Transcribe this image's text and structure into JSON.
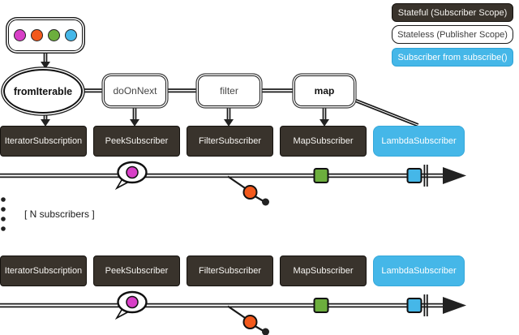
{
  "legend": {
    "items": [
      {
        "label": "Stateful (Subscriber Scope)"
      },
      {
        "label": "Stateless (Publisher Scope)"
      },
      {
        "label": "Subscriber from subscribe()"
      }
    ]
  },
  "source": {
    "description": "iterable of four values",
    "values": [
      "magenta",
      "orange",
      "green",
      "blue"
    ]
  },
  "operators": {
    "source": "fromIterable",
    "chain": [
      "doOnNext",
      "filter",
      "map"
    ]
  },
  "subscribers": [
    "IteratorSubscription",
    "PeekSubscriber",
    "FilterSubscriber",
    "MapSubscriber",
    "LambdaSubscriber"
  ],
  "n_subscribers_label": "[ N subscribers ]",
  "colors": {
    "dark": "#39332c",
    "blue": "#45b7e8",
    "magenta": "#d83fc7",
    "orange": "#f2591c",
    "green": "#6cae3d",
    "stroke": "#191919"
  }
}
